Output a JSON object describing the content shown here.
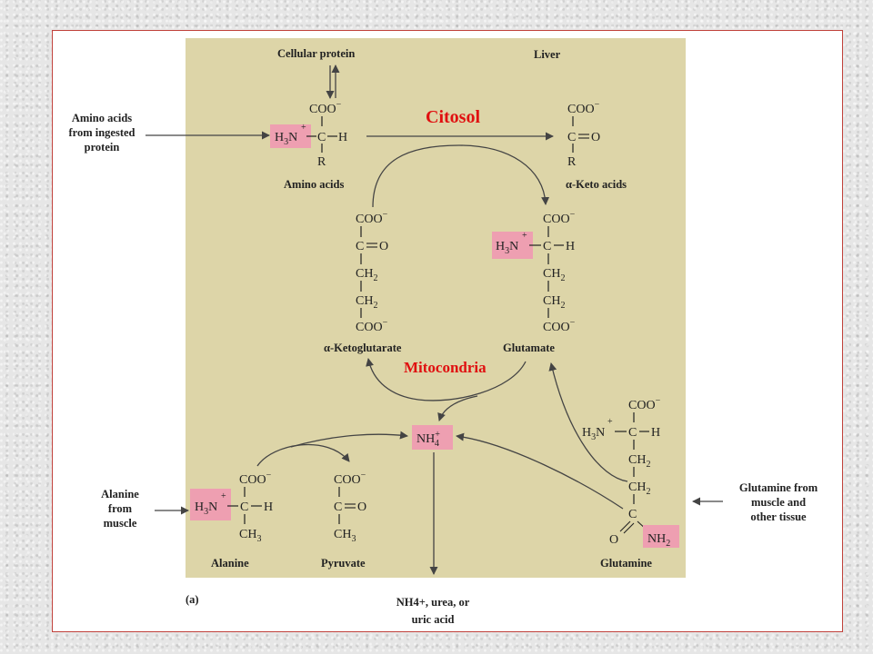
{
  "regions": {
    "liver": "Liver",
    "cytosol": "Citosol",
    "mitochondria": "Mitocondria"
  },
  "sources": {
    "cellular_protein": "Cellular protein",
    "ingested_line1": "Amino acids",
    "ingested_line2": "from ingested",
    "ingested_line3": "protein",
    "alanine_line1": "Alanine",
    "alanine_line2": "from",
    "alanine_line3": "muscle",
    "glutamine_line1": "Glutamine from",
    "glutamine_line2": "muscle and",
    "glutamine_line3": "other tissue"
  },
  "compounds": {
    "amino_acids": "Amino acids",
    "keto_acids": "α-Keto acids",
    "ketoglutarate": "α-Ketoglutarate",
    "glutamate": "Glutamate",
    "alanine": "Alanine",
    "pyruvate": "Pyruvate",
    "glutamine": "Glutamine",
    "ammonium": "NH4+"
  },
  "output": {
    "line1": "NH4+, urea, or",
    "line2": "uric acid"
  },
  "panel_label": "(a)",
  "colors": {
    "liver_background": "#ddd5a8",
    "highlight": "#ee9fb1",
    "region_label": "#e01010",
    "frame": "#c0403a"
  }
}
